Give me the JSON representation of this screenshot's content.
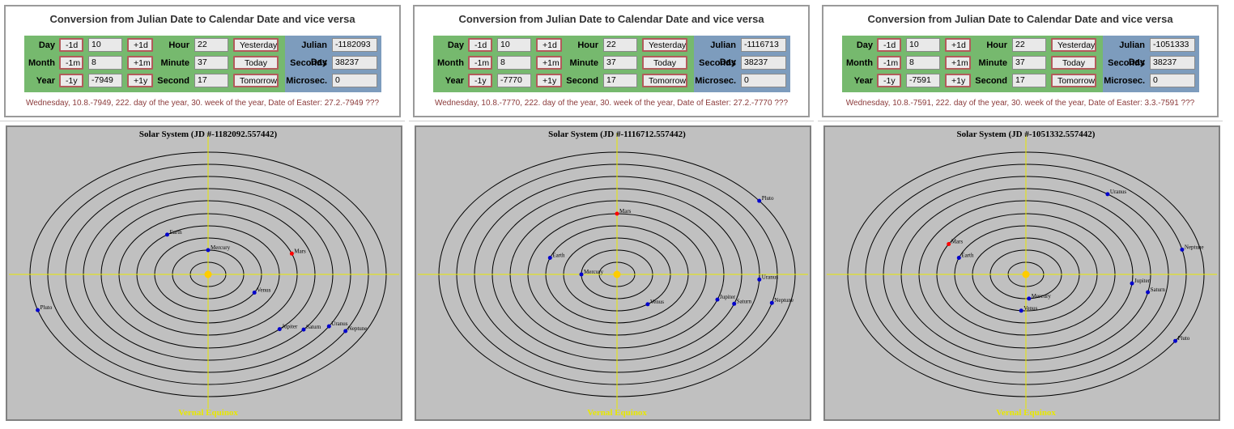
{
  "panels": [
    {
      "title": "Conversion from Julian Date to Calendar Date and vice versa",
      "day_label": "Day",
      "month_label": "Month",
      "year_label": "Year",
      "minus_day": "-1d",
      "plus_day": "+1d",
      "minus_month": "-1m",
      "plus_month": "+1m",
      "minus_year": "-1y",
      "plus_year": "+1y",
      "day": "10",
      "month": "8",
      "year": "-7949",
      "hour_label": "Hour",
      "minute_label": "Minute",
      "second_label": "Second",
      "hour": "22",
      "minute": "37",
      "second": "17",
      "yesterday": "Yesterday",
      "today": "Today",
      "tomorrow": "Tomorrow",
      "jd_label": "Julian Day",
      "seconds_label": "Seconds",
      "micro_label": "Microsec.",
      "jd": "-1182093",
      "seconds": "38237",
      "micro": "0",
      "info": "Wednesday, 10.8.-7949, 222. day of the year, 30. week of the year, Date of Easter: 27.2.-7949 ???",
      "solar_title": "Solar System (JD #-1182092.557442)",
      "equinox": "Vernal Equinox",
      "planets": [
        {
          "name": "Mercury",
          "angle": 90,
          "color": "#0000cc"
        },
        {
          "name": "Venus",
          "angle": -30,
          "color": "#0000cc"
        },
        {
          "name": "Earth",
          "angle": 125,
          "color": "#0000cc"
        },
        {
          "name": "Mars",
          "angle": 20,
          "color": "#ff0000"
        },
        {
          "name": "Jupiter",
          "angle": -48,
          "color": "#0000cc"
        },
        {
          "name": "Saturn",
          "angle": -40,
          "color": "#0000cc"
        },
        {
          "name": "Uranus",
          "angle": -32,
          "color": "#0000cc"
        },
        {
          "name": "Neptune",
          "angle": -31,
          "color": "#0000cc"
        },
        {
          "name": "Pluto",
          "angle": 197,
          "color": "#0000cc"
        }
      ]
    },
    {
      "title": "Conversion from Julian Date to Calendar Date and vice versa",
      "day_label": "Day",
      "month_label": "Month",
      "year_label": "Year",
      "minus_day": "-1d",
      "plus_day": "+1d",
      "minus_month": "-1m",
      "plus_month": "+1m",
      "minus_year": "-1y",
      "plus_year": "+1y",
      "day": "10",
      "month": "8",
      "year": "-7770",
      "hour_label": "Hour",
      "minute_label": "Minute",
      "second_label": "Second",
      "hour": "22",
      "minute": "37",
      "second": "17",
      "yesterday": "Yesterday",
      "today": "Today",
      "tomorrow": "Tomorrow",
      "jd_label": "Julian Day",
      "seconds_label": "Seconds",
      "micro_label": "Microsec.",
      "jd": "-1116713",
      "seconds": "38237",
      "micro": "0",
      "info": "Wednesday, 10.8.-7770, 222. day of the year, 30. week of the year, Date of Easter: 27.2.-7770 ???",
      "solar_title": "Solar System (JD #-1116712.557442)",
      "equinox": "Vernal Equinox",
      "planets": [
        {
          "name": "Mercury",
          "angle": 180,
          "color": "#0000cc"
        },
        {
          "name": "Venus",
          "angle": -55,
          "color": "#0000cc"
        },
        {
          "name": "Earth",
          "angle": 160,
          "color": "#0000cc"
        },
        {
          "name": "Mars",
          "angle": 90,
          "color": "#ff0000"
        },
        {
          "name": "Jupiter",
          "angle": -20,
          "color": "#0000cc"
        },
        {
          "name": "Saturn",
          "angle": -20,
          "color": "#0000cc"
        },
        {
          "name": "Uranus",
          "angle": -3,
          "color": "#0000cc"
        },
        {
          "name": "Neptune",
          "angle": -15,
          "color": "#0000cc"
        },
        {
          "name": "Pluto",
          "angle": 37,
          "color": "#0000cc"
        }
      ]
    },
    {
      "title": "Conversion from Julian Date to Calendar Date and vice versa",
      "day_label": "Day",
      "month_label": "Month",
      "year_label": "Year",
      "minus_day": "-1d",
      "plus_day": "+1d",
      "minus_month": "-1m",
      "plus_month": "+1m",
      "minus_year": "-1y",
      "plus_year": "+1y",
      "day": "10",
      "month": "8",
      "year": "-7591",
      "hour_label": "Hour",
      "minute_label": "Minute",
      "second_label": "Second",
      "hour": "22",
      "minute": "37",
      "second": "17",
      "yesterday": "Yesterday",
      "today": "Today",
      "tomorrow": "Tomorrow",
      "jd_label": "Julian Day",
      "seconds_label": "Seconds",
      "micro_label": "Microsec.",
      "jd": "-1051333",
      "seconds": "38237",
      "micro": "0",
      "info": "Wednesday, 10.8.-7591, 222. day of the year, 30. week of the year, Date of Easter: 3.3.-7591 ???",
      "solar_title": "Solar System (JD #-1051332.557442)",
      "equinox": "Vernal Equinox",
      "planets": [
        {
          "name": "Mercury",
          "angle": -85,
          "color": "#0000cc"
        },
        {
          "name": "Venus",
          "angle": -95,
          "color": "#0000cc"
        },
        {
          "name": "Earth",
          "angle": 160,
          "color": "#0000cc"
        },
        {
          "name": "Mars",
          "angle": 150,
          "color": "#ff0000"
        },
        {
          "name": "Jupiter",
          "angle": -7,
          "color": "#0000cc"
        },
        {
          "name": "Saturn",
          "angle": -12,
          "color": "#0000cc"
        },
        {
          "name": "Uranus",
          "angle": 55,
          "color": "#0000cc"
        },
        {
          "name": "Neptune",
          "angle": 13,
          "color": "#0000cc"
        },
        {
          "name": "Pluto",
          "angle": -33,
          "color": "#0000cc"
        }
      ]
    }
  ]
}
